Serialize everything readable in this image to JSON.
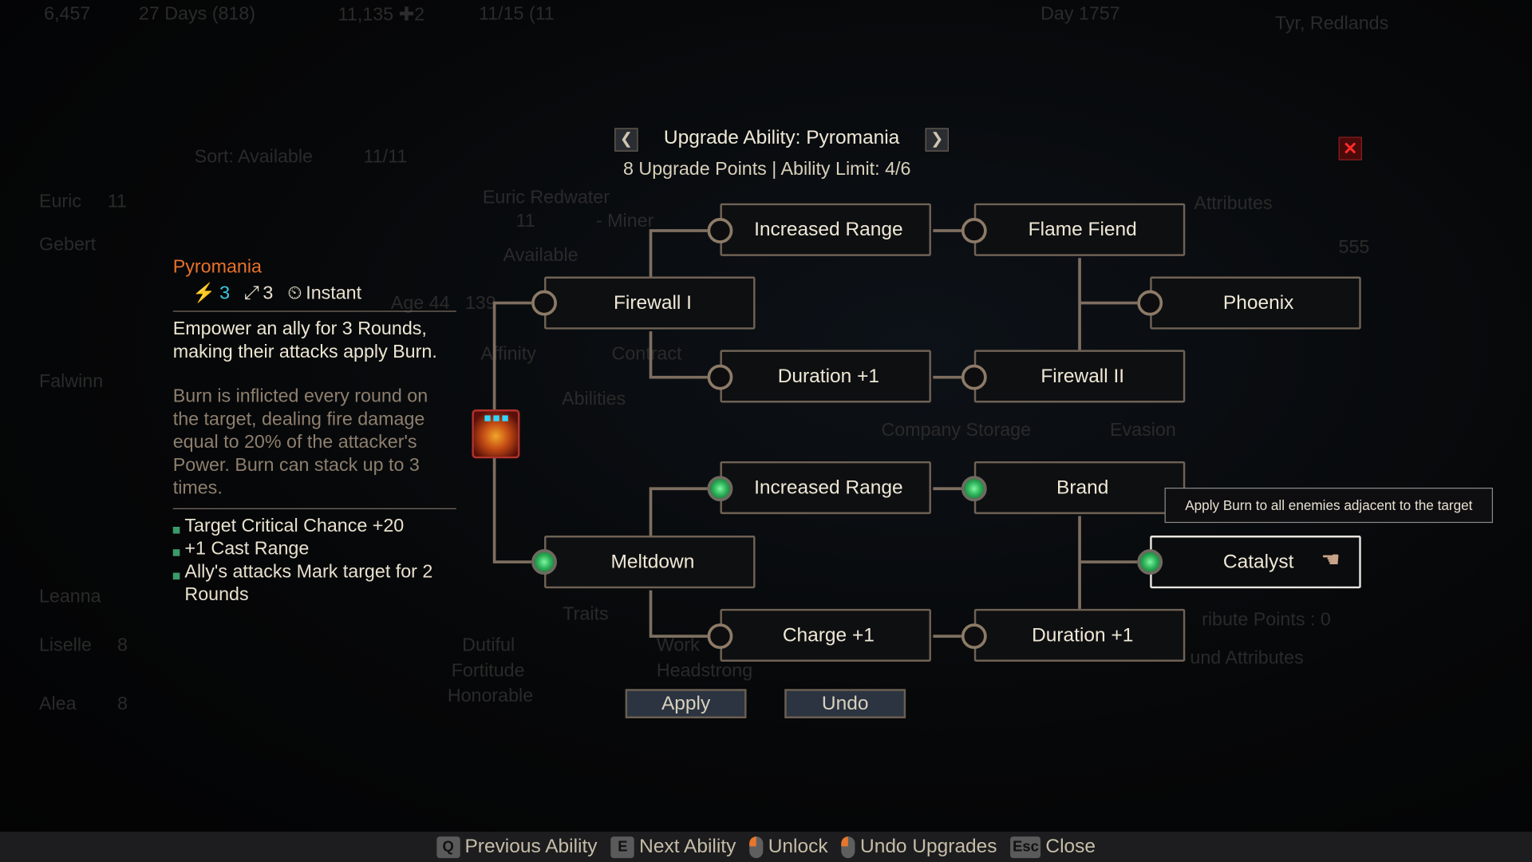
{
  "topbar": {
    "crowns": "6,457",
    "days": "27 Days (",
    "days_sub": "818)",
    "renown": "11,135",
    "renown_plus": "2",
    "roster": "11/15 (11",
    "day": "Day 1757",
    "location": "Tyr, Redlands"
  },
  "background": [
    "Sort: Available",
    "11/11",
    "Euric",
    "11",
    "Gebert",
    "Euric Redwater",
    "11",
    "- Miner",
    "Available",
    "Age 44",
    "139",
    "Affinity",
    "Contract",
    "Abilities",
    "Falwinn",
    "Leanna",
    "Company Storage",
    "Attributes",
    "Evasion",
    "555",
    "Traits",
    "Dutiful",
    "Fortitude",
    "Honorable",
    "Work",
    "Headstrong",
    "Liselle",
    "8",
    "Alea",
    "8",
    "ribute Points : 0",
    "und Attributes"
  ],
  "header": {
    "title": "Upgrade Ability: Pyromania",
    "upgrade_points": "8 Upgrade Points",
    "separator": "|",
    "ability_limit": "Ability Limit: 4/6"
  },
  "ability": {
    "name": "Pyromania",
    "name_color": "#e8722a",
    "energy_cost": "3",
    "range": "3",
    "timing": "Instant",
    "description": "Empower an ally for 3 Rounds, making their attacks apply Burn.",
    "burn_info": "Burn is inflicted every round on the target, dealing fire damage equal to 20% of the attacker's Power. Burn can stack up to 3 times.",
    "bonuses": [
      "Target Critical Chance +20",
      "+1 Cast Range",
      "Ally's attacks Mark target for 2 Rounds"
    ]
  },
  "tree": {
    "nodes": [
      {
        "label": "Increased Range",
        "unlocked": false
      },
      {
        "label": "Flame Fiend",
        "unlocked": false
      },
      {
        "label": "Firewall I",
        "unlocked": false
      },
      {
        "label": "Phoenix",
        "unlocked": false
      },
      {
        "label": "Duration +1",
        "unlocked": false
      },
      {
        "label": "Firewall II",
        "unlocked": false
      },
      {
        "label": "Increased Range",
        "unlocked": true
      },
      {
        "label": "Brand",
        "unlocked": true
      },
      {
        "label": "Meltdown",
        "unlocked": true
      },
      {
        "label": "Catalyst",
        "unlocked": true,
        "selected": true
      },
      {
        "label": "Charge +1",
        "unlocked": false
      },
      {
        "label": "Duration +1",
        "unlocked": false
      }
    ],
    "tooltip": "Apply Burn to all enemies adjacent to the target"
  },
  "actions": {
    "apply": "Apply",
    "undo": "Undo"
  },
  "hints": [
    {
      "key": "Q",
      "label": "Previous Ability"
    },
    {
      "key": "E",
      "label": "Next Ability"
    },
    {
      "key": "mouse-left",
      "label": "Unlock"
    },
    {
      "key": "mouse-left",
      "label": "Undo Upgrades"
    },
    {
      "key": "Esc",
      "label": "Close"
    }
  ]
}
